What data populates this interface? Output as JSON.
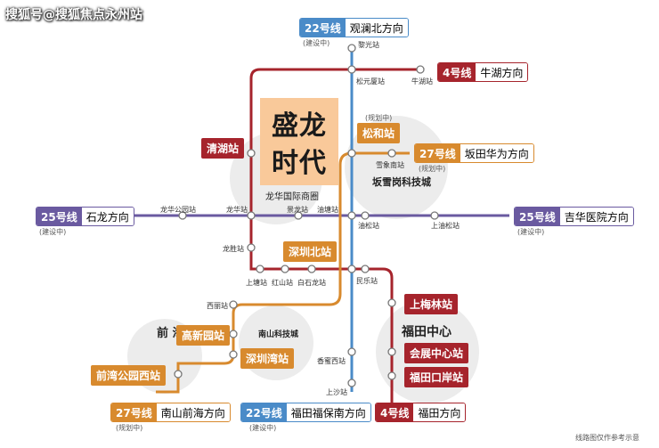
{
  "watermark": "搜狐号@搜狐焦点永州站",
  "development": {
    "line1": "盛龙",
    "line2": "时代",
    "district": "龙华国际商圈"
  },
  "areas": {
    "bantian": "坂雪岗科技城",
    "futian": "福田中心",
    "qianhai": "前 海",
    "nanshan": "南山科技城"
  },
  "directions": {
    "l22_north": {
      "num": "22号线",
      "dest": "观澜北方向",
      "sub": "(建设中)"
    },
    "l4_north": {
      "num": "4号线",
      "dest": "牛湖方向"
    },
    "l27_north": {
      "num": "27号线",
      "dest": "坂田华为方向",
      "sub": "(规划中)"
    },
    "l25_west": {
      "num": "25号线",
      "dest": "石龙方向",
      "sub": "(建设中)"
    },
    "l25_east": {
      "num": "25号线",
      "dest": "吉华医院方向",
      "sub": "(建设中)"
    },
    "l27_south": {
      "num": "27号线",
      "dest": "南山前海方向",
      "sub": "(规划中)"
    },
    "l22_south": {
      "num": "22号线",
      "dest": "福田福保南方向",
      "sub": "(建设中)"
    },
    "l4_south": {
      "num": "4号线",
      "dest": "福田方向"
    }
  },
  "highlighted_stations": {
    "qinghu": "清湖站",
    "songhe": "松和站",
    "songhe_sub": "(规划中)",
    "shenzhen_north": "深圳北站",
    "shangmeilin": "上梅林站",
    "exhibition": "会展中心站",
    "futian_port": "福田口岸站",
    "gaoxinyuan": "高新园站",
    "shenzhenwan": "深圳湾站",
    "qianwan_park_w": "前湾公园西站"
  },
  "stations": {
    "liguang": "黎光站",
    "songyuanxia": "松元厦站",
    "niuhu": "牛湖站",
    "xuexiangnan": "雪象南站",
    "longhua_park": "龙华公园站",
    "longhua": "龙华站",
    "jinglong": "景龙站",
    "youtang": "油塘站",
    "yousong": "油松站",
    "shangyousong": "上油松站",
    "longsheng": "龙胜站",
    "shangtang": "上塘站",
    "hongshan": "红山站",
    "baishilong": "白石龙站",
    "minle": "民乐站",
    "xili": "西丽站",
    "xiangmihu": "香蜜西站",
    "shangsha": "上沙站"
  },
  "footnote": "线路图仅作参考示意",
  "colors": {
    "line22": "#4a8bc8",
    "line4": "#a6242c",
    "line25": "#6a5aa0",
    "line27": "#d88a2e",
    "development_bg": "#f9c99a"
  }
}
